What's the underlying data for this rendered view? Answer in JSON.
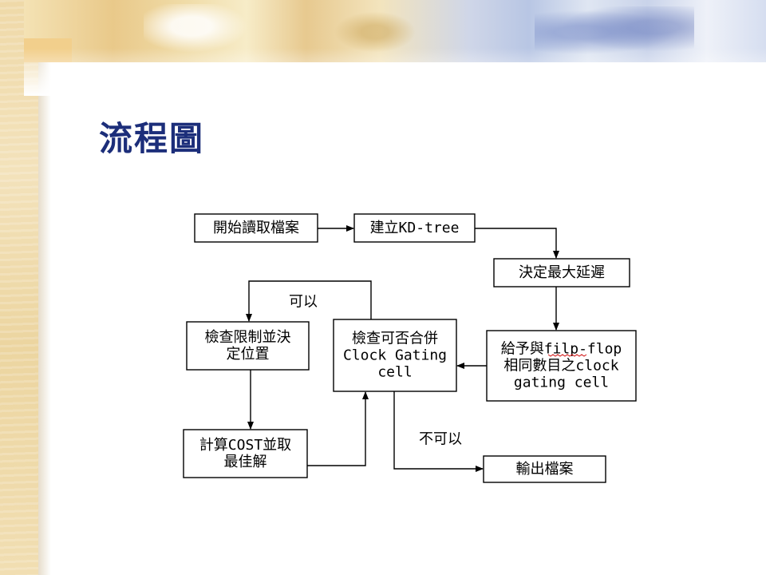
{
  "title": "流程圖",
  "nodes": [
    {
      "id": "start",
      "lines": [
        "開始讀取檔案"
      ]
    },
    {
      "id": "build-kdtree",
      "lines": [
        "建立KD-tree"
      ]
    },
    {
      "id": "max-delay",
      "lines": [
        "決定最大延遲"
      ]
    },
    {
      "id": "give-clock",
      "lines": [
        "給予與filp-flop",
        "相同數目之clock",
        "gating cell"
      ]
    },
    {
      "id": "check-merge",
      "lines": [
        "檢查可否合併",
        "Clock Gating",
        "cell"
      ]
    },
    {
      "id": "check-limit",
      "lines": [
        "檢查限制並決",
        "定位置"
      ]
    },
    {
      "id": "compute-cost",
      "lines": [
        "計算COST並取",
        "最佳解"
      ]
    },
    {
      "id": "output",
      "lines": [
        "輸出檔案"
      ]
    }
  ],
  "edge_labels": [
    {
      "id": "yes",
      "text": "可以"
    },
    {
      "id": "no",
      "text": "不可以"
    }
  ]
}
